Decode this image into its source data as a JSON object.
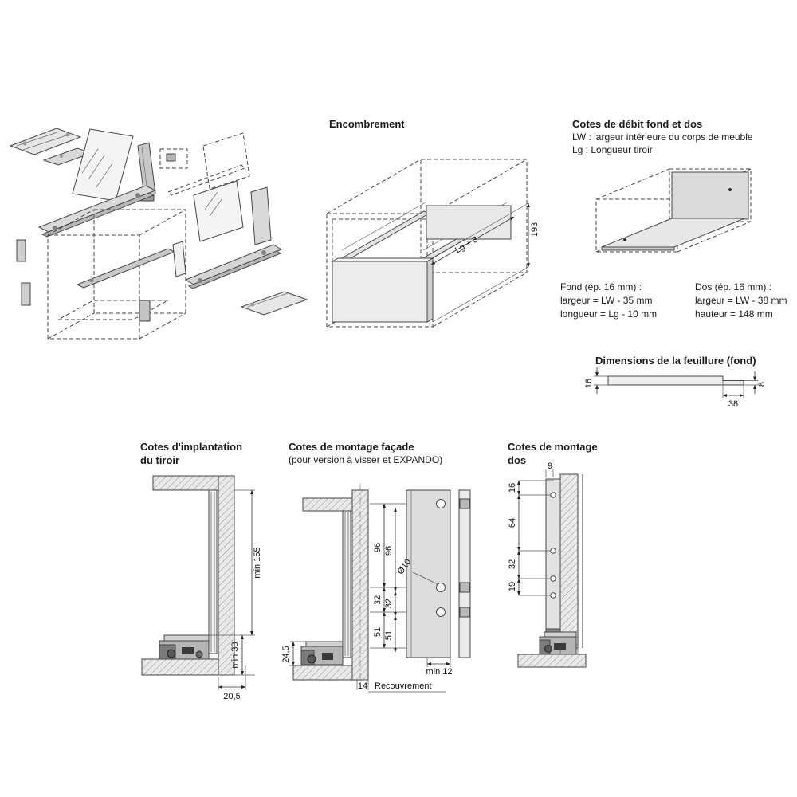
{
  "titles": {
    "encombrement": "Encombrement",
    "debit": "Cotes de débit fond et dos",
    "feuillure": "Dimensions de la feuillure (fond)",
    "implantation_1": "Cotes d'implantation",
    "implantation_2": "du tiroir",
    "facade": "Cotes de montage façade",
    "facade_sub": "(pour version à visser et EXPANDO)",
    "dos_1": "Cotes de montage",
    "dos_2": "dos"
  },
  "debit": {
    "legend_lw": "LW : largeur intérieure du corps de meuble",
    "legend_lg": "Lg : Longueur tiroir",
    "fond_title": "Fond (ép. 16 mm) :",
    "fond_largeur": "largeur = LW - 35 mm",
    "fond_longueur": "longueur = Lg - 10 mm",
    "dos_title": "Dos (ép. 16 mm) :",
    "dos_largeur": "largeur = LW - 38 mm",
    "dos_hauteur": "hauteur = 148 mm"
  },
  "dims": {
    "encombrement_height": "193",
    "encombrement_depth": "Lg + 3",
    "feuillure_16": "16",
    "feuillure_38": "38",
    "feuillure_8": "8",
    "impl_min155": "min 155",
    "impl_min38": "min 38",
    "impl_205": "20,5",
    "fac_96a": "96",
    "fac_96b": "96",
    "fac_o10": "Ø10",
    "fac_32a": "32",
    "fac_32b": "32",
    "fac_51a": "51",
    "fac_51b": "51",
    "fac_245": "24,5",
    "fac_14": "14",
    "fac_recouvrement": "Recouvrement",
    "fac_min12": "min 12",
    "dos_9": "9",
    "dos_16": "16",
    "dos_64": "64",
    "dos_32": "32",
    "dos_19": "19"
  },
  "colors": {
    "line": "#454545",
    "panel_light": "#ececec",
    "panel_mid": "#d4d4d4",
    "hatch_bg": "#e3e3e3",
    "text": "#1a1a1a"
  }
}
